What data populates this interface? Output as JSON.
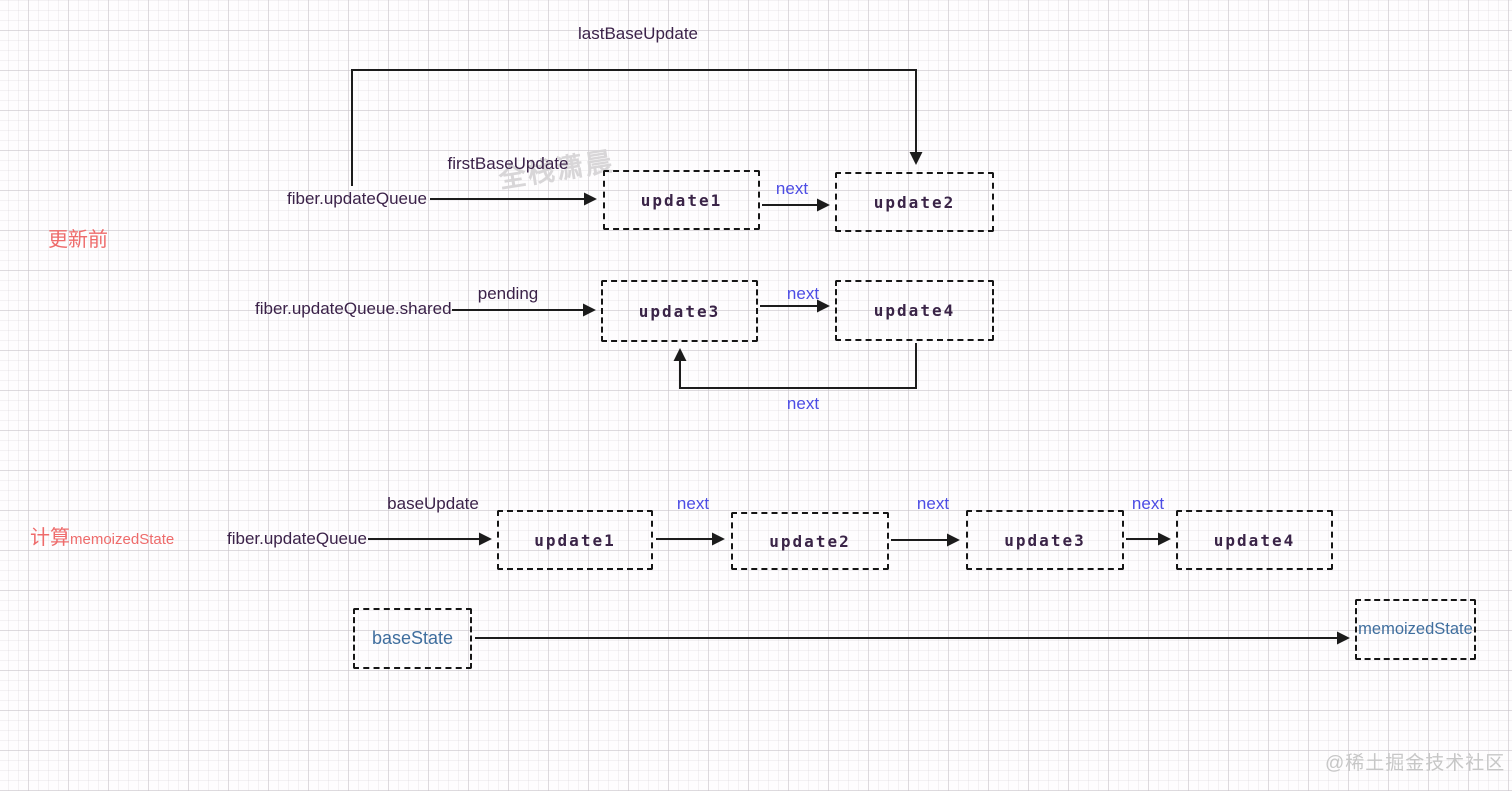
{
  "section_before": {
    "title": "更新前",
    "last_base_update": "lastBaseUpdate",
    "first_base_update": "firstBaseUpdate",
    "queue_label": "fiber.updateQueue",
    "shared_label": "fiber.updateQueue.shared",
    "pending_label": "pending",
    "nodes": [
      "update1",
      "update2",
      "update3",
      "update4"
    ]
  },
  "section_compute": {
    "title_zh": "计算",
    "title_en": "memoizedState",
    "queue_label": "fiber.updateQueue",
    "base_update_label": "baseUpdate",
    "nodes": [
      "update1",
      "update2",
      "update3",
      "update4"
    ],
    "base_state": "baseState",
    "memoized_state": "memoizedState"
  },
  "labels": {
    "next": "next"
  },
  "watermarks": {
    "author": "全栈潇晨",
    "community": "@稀土掘金技术社区"
  },
  "colors": {
    "label_dark": "#3b2249",
    "node_text": "#3a2447",
    "next_blue": "#4c4ce4",
    "accent_red": "#ee6b6b",
    "state_blue": "#3f6e9e",
    "line_black": "#1c1c1c",
    "grid_major": "#d9d4da",
    "watermark_gray": "#c7c7c7"
  }
}
